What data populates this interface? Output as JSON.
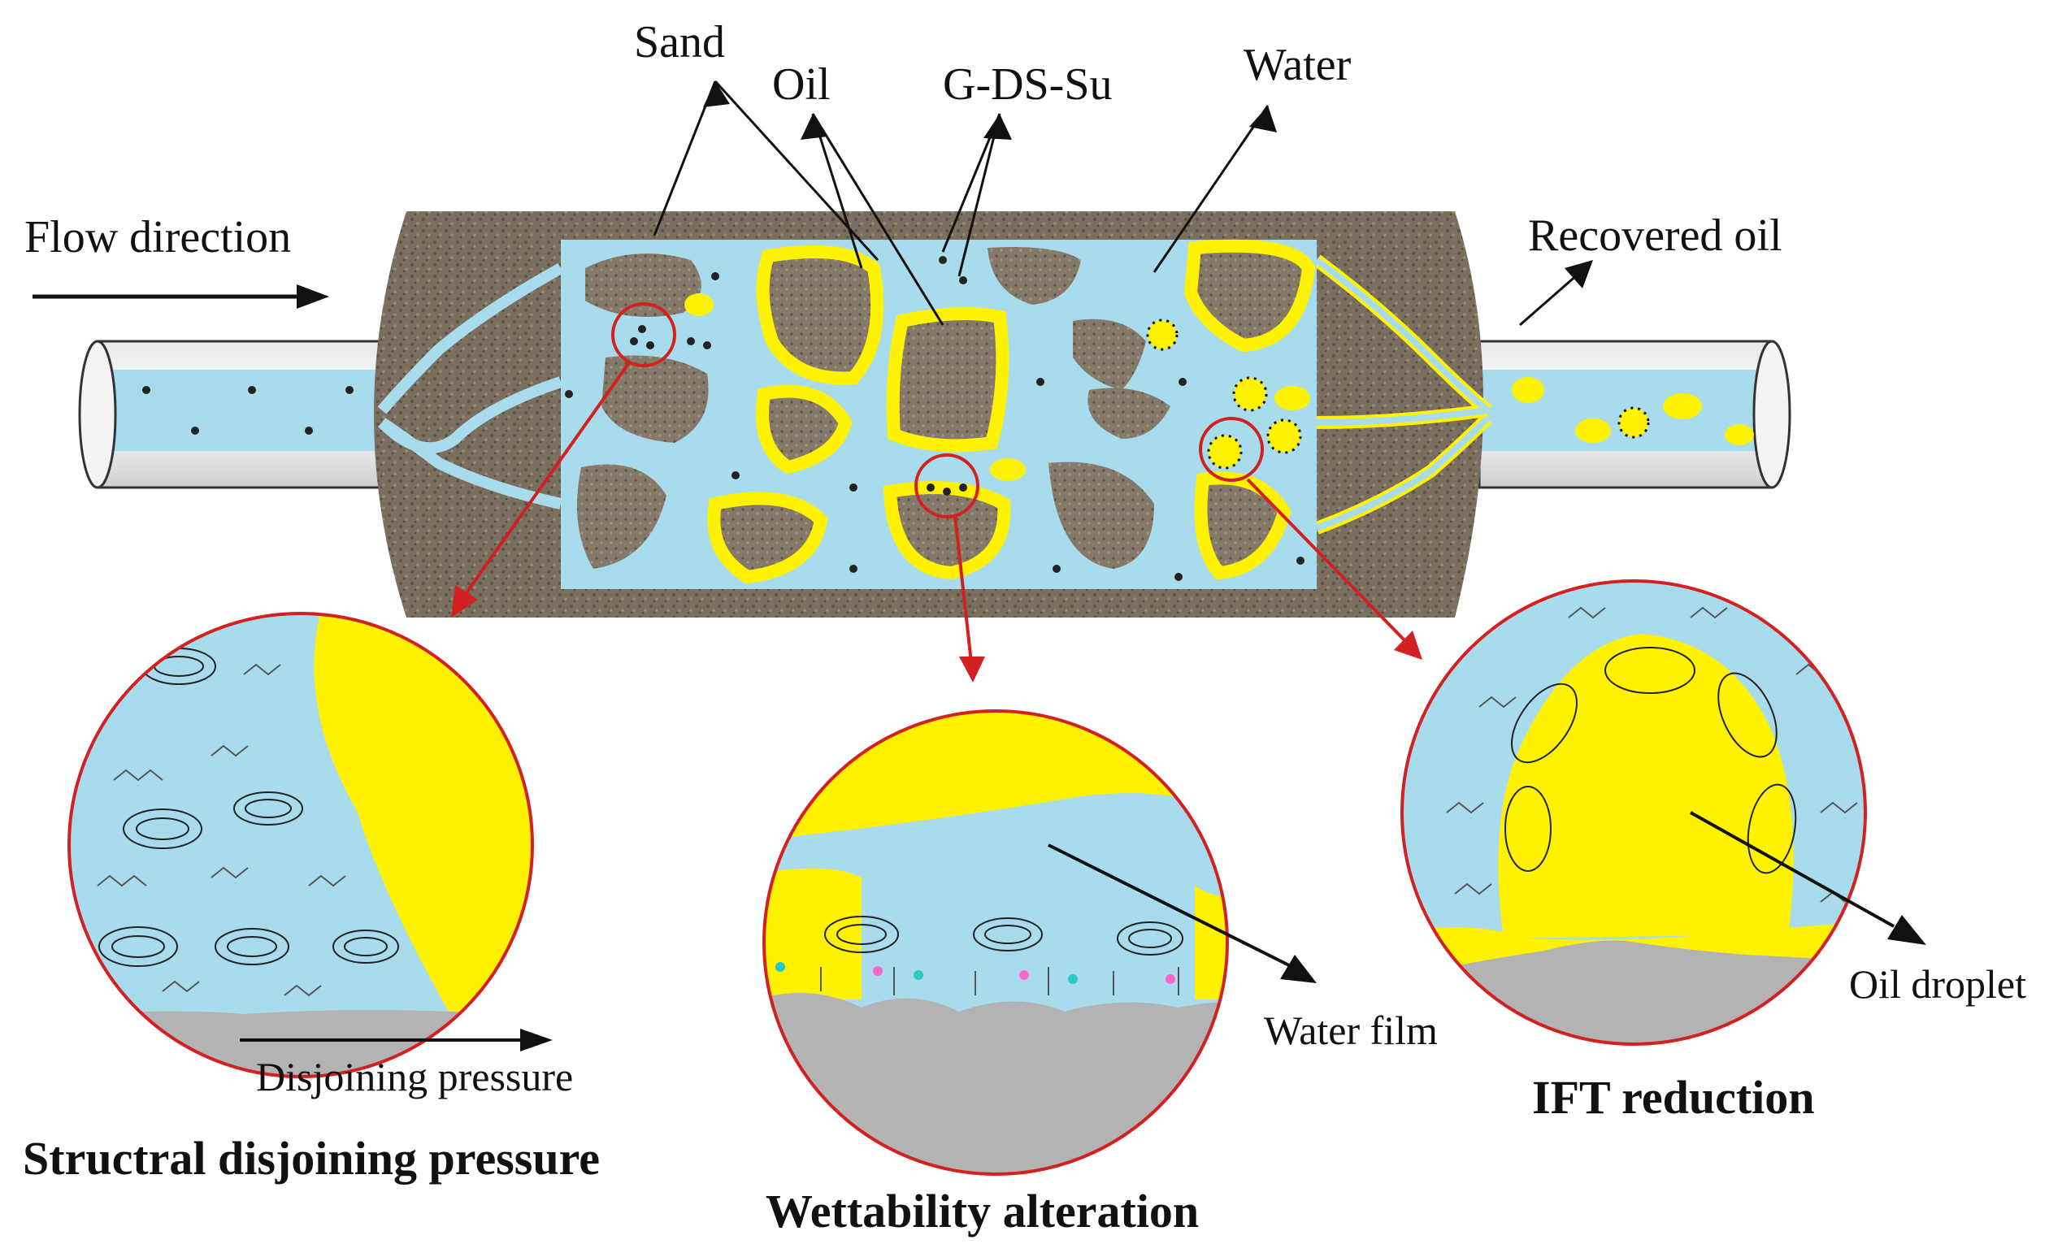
{
  "labels": {
    "sand": "Sand",
    "oil": "Oil",
    "g_ds_su": "G-DS-Su",
    "water": "Water",
    "flow_direction": "Flow direction",
    "recovered_oil": "Recovered oil",
    "disjoining_pressure": "Disjoining pressure",
    "water_film": "Water film",
    "oil_droplet": "Oil droplet"
  },
  "captions": {
    "left": "Structral disjoining pressure",
    "center": "Wettability alteration",
    "right": "IFT reduction"
  },
  "colors": {
    "water": "#a8dcec",
    "oil": "#fff200",
    "sand": "#7d7261",
    "rock": "#7a6e5f",
    "substrate": "#b3b3b3",
    "callout": "#d32020",
    "surfactant": "#1a1a1a"
  }
}
